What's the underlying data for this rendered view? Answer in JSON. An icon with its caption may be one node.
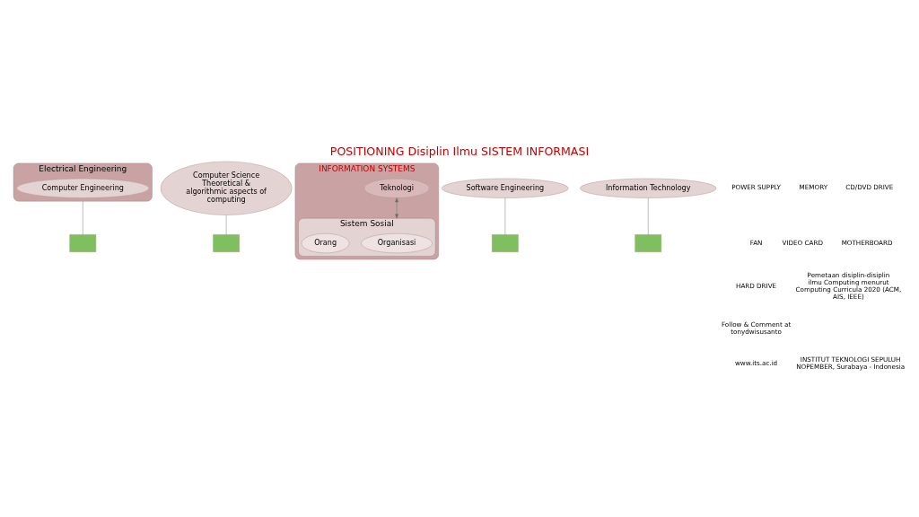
{
  "diagram": {
    "title": "POSITIONING Disiplin Ilmu SISTEM INFORMASI",
    "nodes": [
      {
        "text": [
          "Electrical Engineering"
        ]
      },
      {
        "text": [
          "Computer Engineering"
        ],
        "in": 0
      },
      {
        "text": [
          "Computer Science",
          "Theoretical & algorithmic aspects of computing"
        ]
      },
      {
        "text": [
          "INFORMATION SYSTEMS"
        ]
      },
      {
        "text": [
          "Teknologi"
        ],
        "in": 3
      },
      {
        "text": [
          "Sistem Sosial"
        ],
        "in": 3
      },
      {
        "text": [
          "Organisasi"
        ],
        "in": 5
      },
      {
        "text": [
          "Orang"
        ],
        "in": 5
      },
      {
        "text": [
          "Software Engineering"
        ]
      },
      {
        "text": [
          "Information Technology"
        ]
      },
      {
        "text": [],
        "shape": "box"
      },
      {
        "text": [],
        "shape": "box"
      },
      {
        "text": [],
        "shape": "box"
      },
      {
        "text": [],
        "shape": "box"
      }
    ],
    "edges": [
      {
        "from": 4,
        "to": 5,
        "arrow": "both"
      },
      {
        "from": 0,
        "to": 10,
        "arrow": "none"
      },
      {
        "from": 2,
        "to": 11,
        "arrow": "none"
      },
      {
        "from": 8,
        "to": 12,
        "arrow": "none"
      },
      {
        "from": 9,
        "to": 13,
        "arrow": "none"
      }
    ],
    "labels": [
      "POWER SUPPLY",
      "MEMORY",
      "CD/DVD DRIVE",
      "FAN",
      "VIDEO CARD",
      "MOTHERBOARD",
      "HARD DRIVE",
      "Pemetaan disiplin-disiplin ilmu Computing menurut Computing Curricula 2020 (ACM, AIS, IEEE)",
      "Follow & Comment at tonydwisusanto",
      "www.its.ac.id",
      "INSTITUT TEKNOLOGI SEPULUH NOPEMBER, Surabaya - Indonesia"
    ]
  }
}
